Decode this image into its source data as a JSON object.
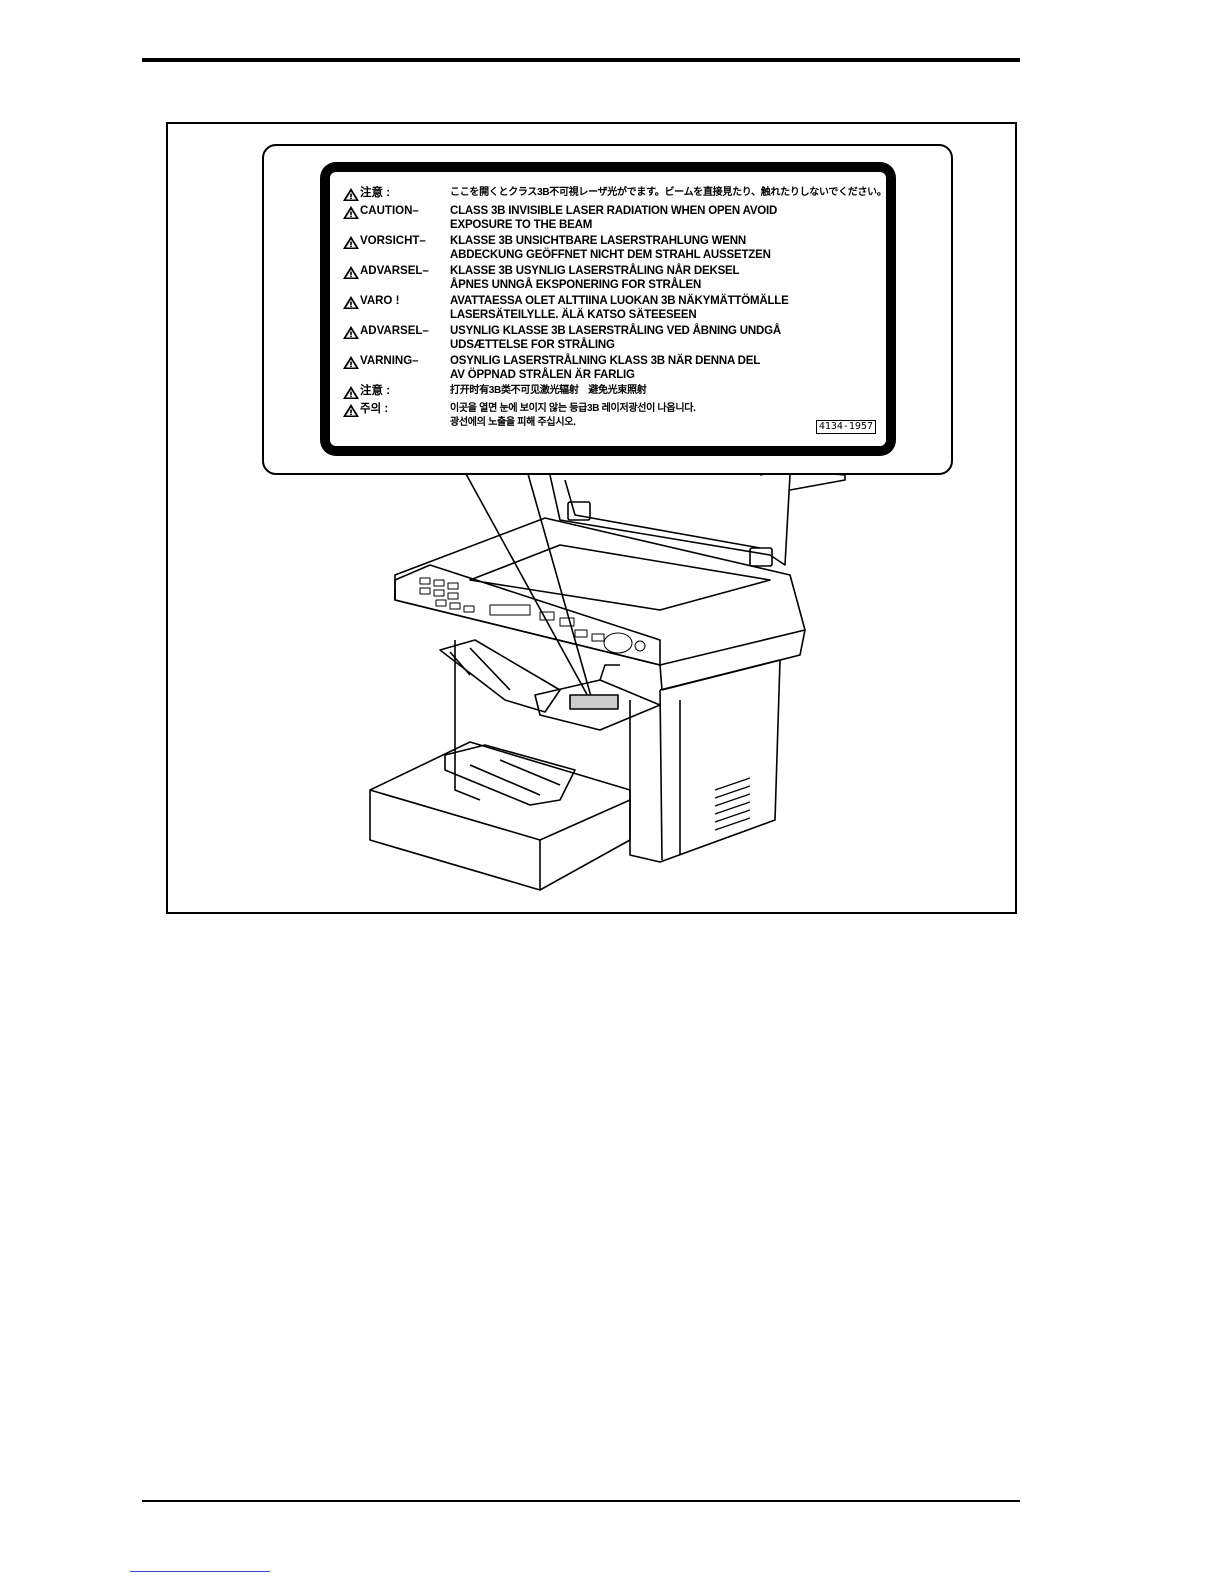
{
  "label": {
    "rows": [
      {
        "key": "注意 :",
        "lines": [
          "ここを開くとクラス3B不可視レーザ光がでます。ビームを直接見たり、触れたりしないでください。"
        ],
        "cjk": true
      },
      {
        "key": "CAUTION–",
        "lines": [
          "CLASS 3B INVISIBLE LASER RADIATION WHEN OPEN AVOID",
          "EXPOSURE TO THE BEAM"
        ]
      },
      {
        "key": "VORSICHT–",
        "lines": [
          "KLASSE 3B UNSICHTBARE LASERSTRAHLUNG WENN",
          "ABDECKUNG GEÖFFNET NICHT DEM STRAHL AUSSETZEN"
        ]
      },
      {
        "key": "ADVARSEL–",
        "lines": [
          "KLASSE 3B USYNLIG LASERSTRÅLING NÅR DEKSEL",
          "ÅPNES UNNGÅ EKSPONERING FOR STRÅLEN"
        ]
      },
      {
        "key": "VARO !",
        "lines": [
          "AVATTAESSA OLET ALTTIINA LUOKAN 3B NÄKYMÄTTÖMÄLLE",
          "LASERSÄTEILYLLE. ÄLÄ KATSO SÄTEESEEN"
        ]
      },
      {
        "key": "ADVARSEL–",
        "lines": [
          "USYNLIG KLASSE 3B LASERSTRÅLING VED ÅBNING UNDGÅ",
          "UDSÆTTELSE FOR STRÅLING"
        ]
      },
      {
        "key": "VARNING–",
        "lines": [
          "OSYNLIG LASERSTRÅLNING KLASS 3B NÄR DENNA DEL",
          "AV ÖPPNAD STRÅLEN ÄR FARLIG"
        ]
      },
      {
        "key": "注意 :",
        "lines": [
          "打开时有3B类不可见激光辐射　避免光束照射"
        ],
        "cjk": true
      },
      {
        "key": "주의 :",
        "lines": [
          "이곳을 열면 눈에 보이지 않는 등급3B 레이저광선이 나옵니다.",
          "광선에의 노출을 피해 주십시오."
        ],
        "cjk": true
      }
    ],
    "part_number": "4134-1957"
  }
}
